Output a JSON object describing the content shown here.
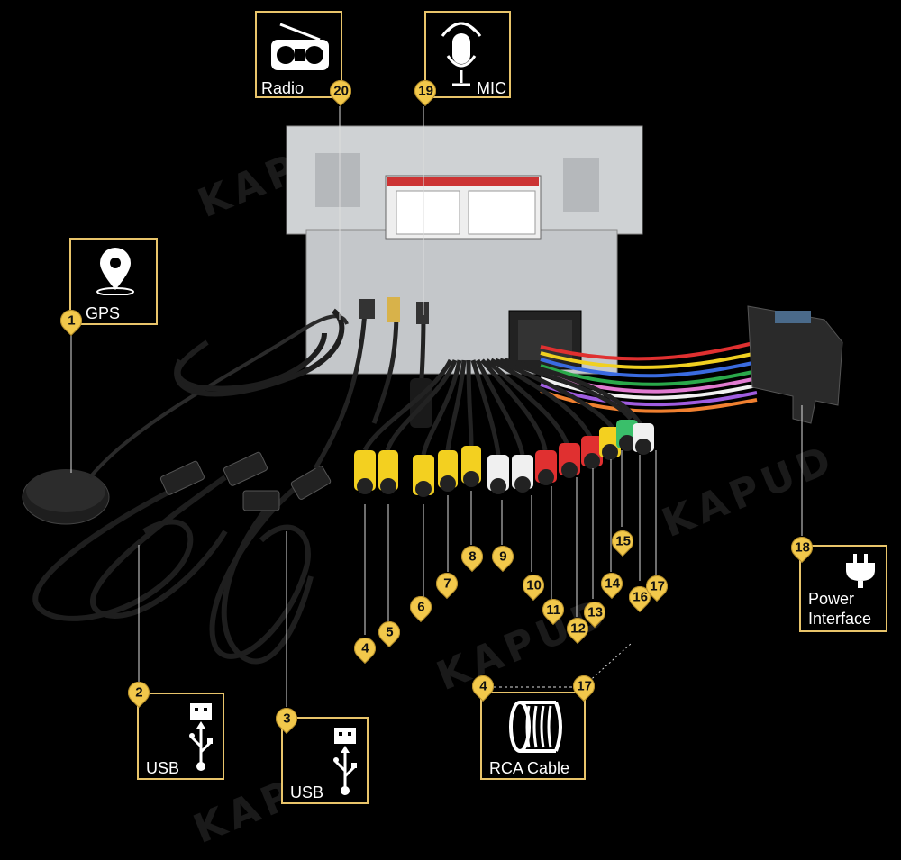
{
  "brand_watermark": "KAPUD",
  "accent_color": "#f2c84b",
  "cards": {
    "radio": {
      "label": "Radio",
      "icon": "radio-icon"
    },
    "mic": {
      "label": "MIC",
      "icon": "microphone-icon"
    },
    "gps": {
      "label": "GPS",
      "icon": "map-pin-icon"
    },
    "usb1": {
      "label": "USB",
      "icon": "usb-icon"
    },
    "usb2": {
      "label": "USB",
      "icon": "usb-icon"
    },
    "rca": {
      "label": "RCA Cable",
      "icon": "cable-reel-icon"
    },
    "power": {
      "label_line1": "Power",
      "label_line2": "Interface",
      "icon": "power-plug-icon"
    }
  },
  "pins": {
    "p1": "1",
    "p2": "2",
    "p3": "3",
    "p4": "4",
    "p5": "5",
    "p6": "6",
    "p7": "7",
    "p8": "8",
    "p9": "9",
    "p10": "10",
    "p11": "11",
    "p12": "12",
    "p13": "13",
    "p14": "14",
    "p15": "15",
    "p16": "16",
    "p17": "17",
    "p18": "18",
    "p19": "19",
    "p20": "20",
    "rca_from": "4",
    "rca_to": "17"
  }
}
